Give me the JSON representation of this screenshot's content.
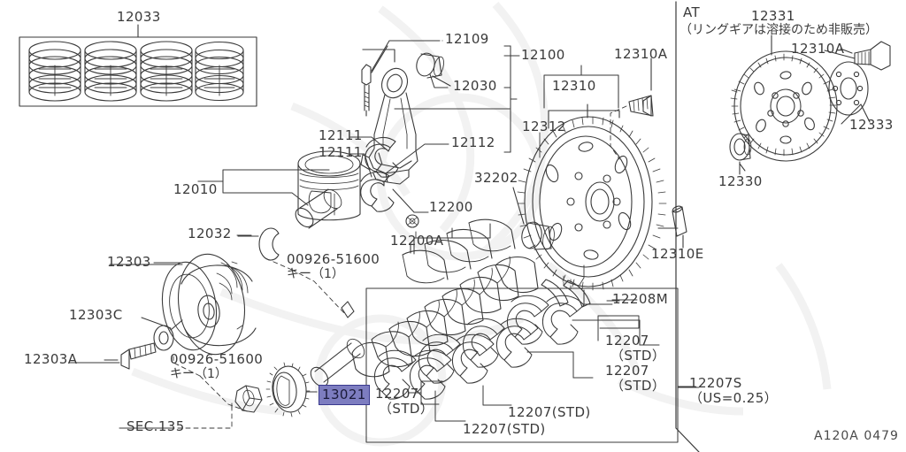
{
  "diagram": {
    "title": "Engine Crankshaft, Piston and Flywheel Parts Diagram",
    "sheet_code": "A120A 0479",
    "colors": {
      "line": "#3a3a3a",
      "text": "#3a3a3a",
      "watermark": "#f0f0f0",
      "highlight_fill": "#7d7dc0",
      "highlight_border": "#3a3a8f"
    }
  },
  "inset_at": {
    "title": "AT",
    "note": "（リングギアは溶接のため非販売）",
    "labels": {
      "drive_plate": "12331",
      "bolt": "12310A",
      "reinforcement": "12333",
      "bushing": "12330"
    }
  },
  "ring_box": {
    "label": "12033",
    "ring_stack_count": 4
  },
  "labels": {
    "piston_rings": "12033",
    "rod_bolt": "12109",
    "piston_pin": "12030",
    "rod_assembly": "12100",
    "rod_bearing_upper": "12111",
    "rod_bearing_lower": "12111",
    "rod_cap": "12112",
    "piston": "12010",
    "snap_ring": "12032",
    "pilot_bearing": "32202",
    "crankshaft": "12200",
    "crank_plug": "12200A",
    "flywheel": "12310",
    "ring_gear": "12312",
    "flywheel_bolt": "12310A",
    "dowel_pin": "12310E",
    "thrust_washer": "12208M",
    "crank_pulley": "12303",
    "pulley_washer": "12303C",
    "pulley_bolt": "12303A",
    "sec_ref": "SEC.135",
    "key_part_upper": "00926-51600",
    "key_qty_upper": "キー（1）",
    "key_part_lower": "00926-51600",
    "key_qty_lower": "キー（1）",
    "timing_sprocket_highlighted": "13021",
    "main_bearing_set_label": "12207S",
    "main_bearing_set_size": "（US=0.25）"
  },
  "main_bearings": [
    {
      "id": "bearing-1",
      "part": "12207",
      "grade": "（STD）",
      "stacked": true
    },
    {
      "id": "bearing-2",
      "part": "12207",
      "grade": "（STD）",
      "stacked": true
    },
    {
      "id": "bearing-3",
      "part": "12207(STD)",
      "grade": "",
      "stacked": false
    },
    {
      "id": "bearing-4",
      "part": "12207(STD)",
      "grade": "",
      "stacked": false
    },
    {
      "id": "bearing-5",
      "part": "12207",
      "grade": "（STD）",
      "stacked": true
    }
  ]
}
